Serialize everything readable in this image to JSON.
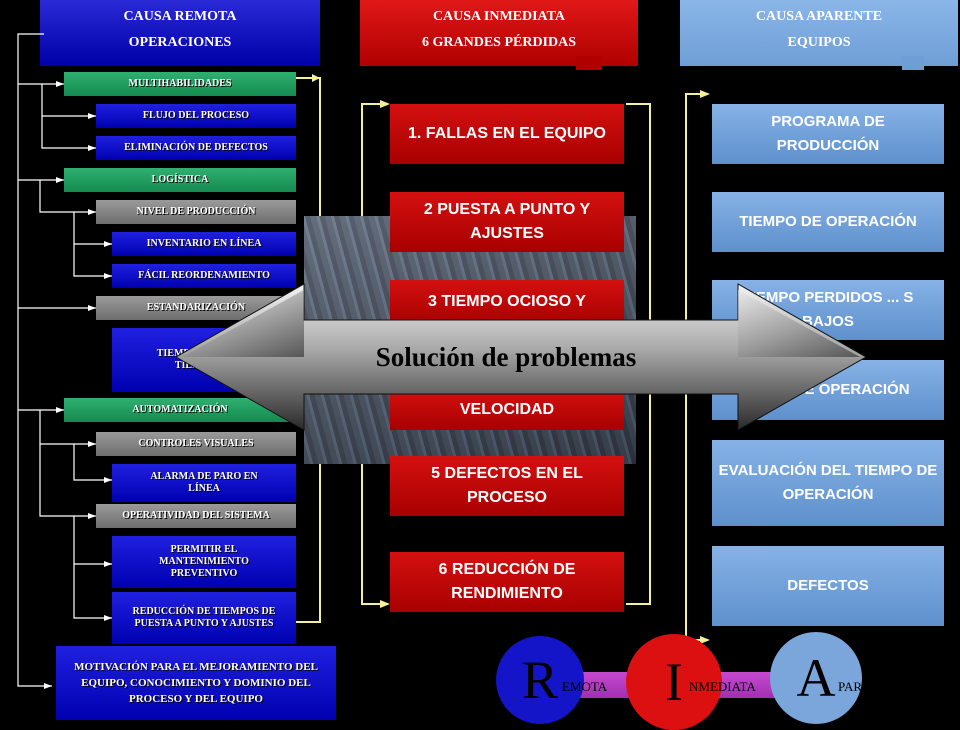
{
  "headers": {
    "remota": {
      "line1": "CAUSA REMOTA",
      "line2": "OPERACIONES"
    },
    "inmediata": {
      "line1": "CAUSA INMEDIATA",
      "line2": "6 GRANDES PÉRDIDAS"
    },
    "aparente": {
      "line1": "CAUSA APARENTE",
      "line2": "EQUIPOS"
    }
  },
  "left_items": [
    "MULTIHABILIDADES",
    "FLUJO DEL PROCESO",
    "ELIMINACIÓN DE DEFECTOS",
    "LOGÍSTICA",
    "NIVEL DE PRODUCCIÓN",
    "INVENTARIO EN LÍNEA",
    "FÁCIL REORDENAMIENTO",
    "ESTANDARIZACIÓN",
    "TIEMPO S... PROD... TIEMPO O...",
    "AUTOMATIZACIÓN",
    "CONTROLES VISUALES",
    "ALARMA DE PARO EN LÍNEA",
    "OPERATIVIDAD DEL SISTEMA",
    "PERMITIR EL MANTENIMIENTO PREVENTIVO",
    "REDUCCIÓN DE TIEMPOS DE PUESTA A PUNTO Y AJUSTES",
    "MOTIVACIÓN PARA EL MEJORAMIENTO DEL EQUIPO, CONOCIMIENTO Y DOMINIO DEL PROCESO Y DEL EQUIPO"
  ],
  "middle_items": [
    "1. FALLAS EN EL EQUIPO",
    "2 PUESTA A PUNTO Y AJUSTES",
    "3 TIEMPO OCIOSO Y",
    "VELOCIDAD",
    "5 DEFECTOS EN EL PROCESO",
    "6 REDUCCIÓN DE RENDIMIENTO"
  ],
  "right_items": [
    "PROGRAMA DE PRODUCCIÓN",
    "TIEMPO DE OPERACIÓN",
    "TIEMPO PERDIDOS ... S BAJOS",
    "...ETO DE OPERACIÓN",
    "EVALUACIÓN DEL TIEMPO DE OPERACIÓN",
    "DEFECTOS"
  ],
  "banner": "Solución de problemas",
  "rim": {
    "r": {
      "letter": "R",
      "suffix": "EMOTA",
      "color": "#1a1ad0"
    },
    "i": {
      "letter": "I",
      "suffix": "NMEDIATA",
      "color": "#e01414"
    },
    "a": {
      "letter": "A",
      "suffix": "PARENTE",
      "color": "#7ea8dc"
    }
  },
  "colors": {
    "green": "#1e9a5c",
    "blue": "#0000c8",
    "gray": "#808080",
    "red": "#c00000",
    "light_blue": "#76a4dc",
    "connector": "#f4f09a"
  }
}
